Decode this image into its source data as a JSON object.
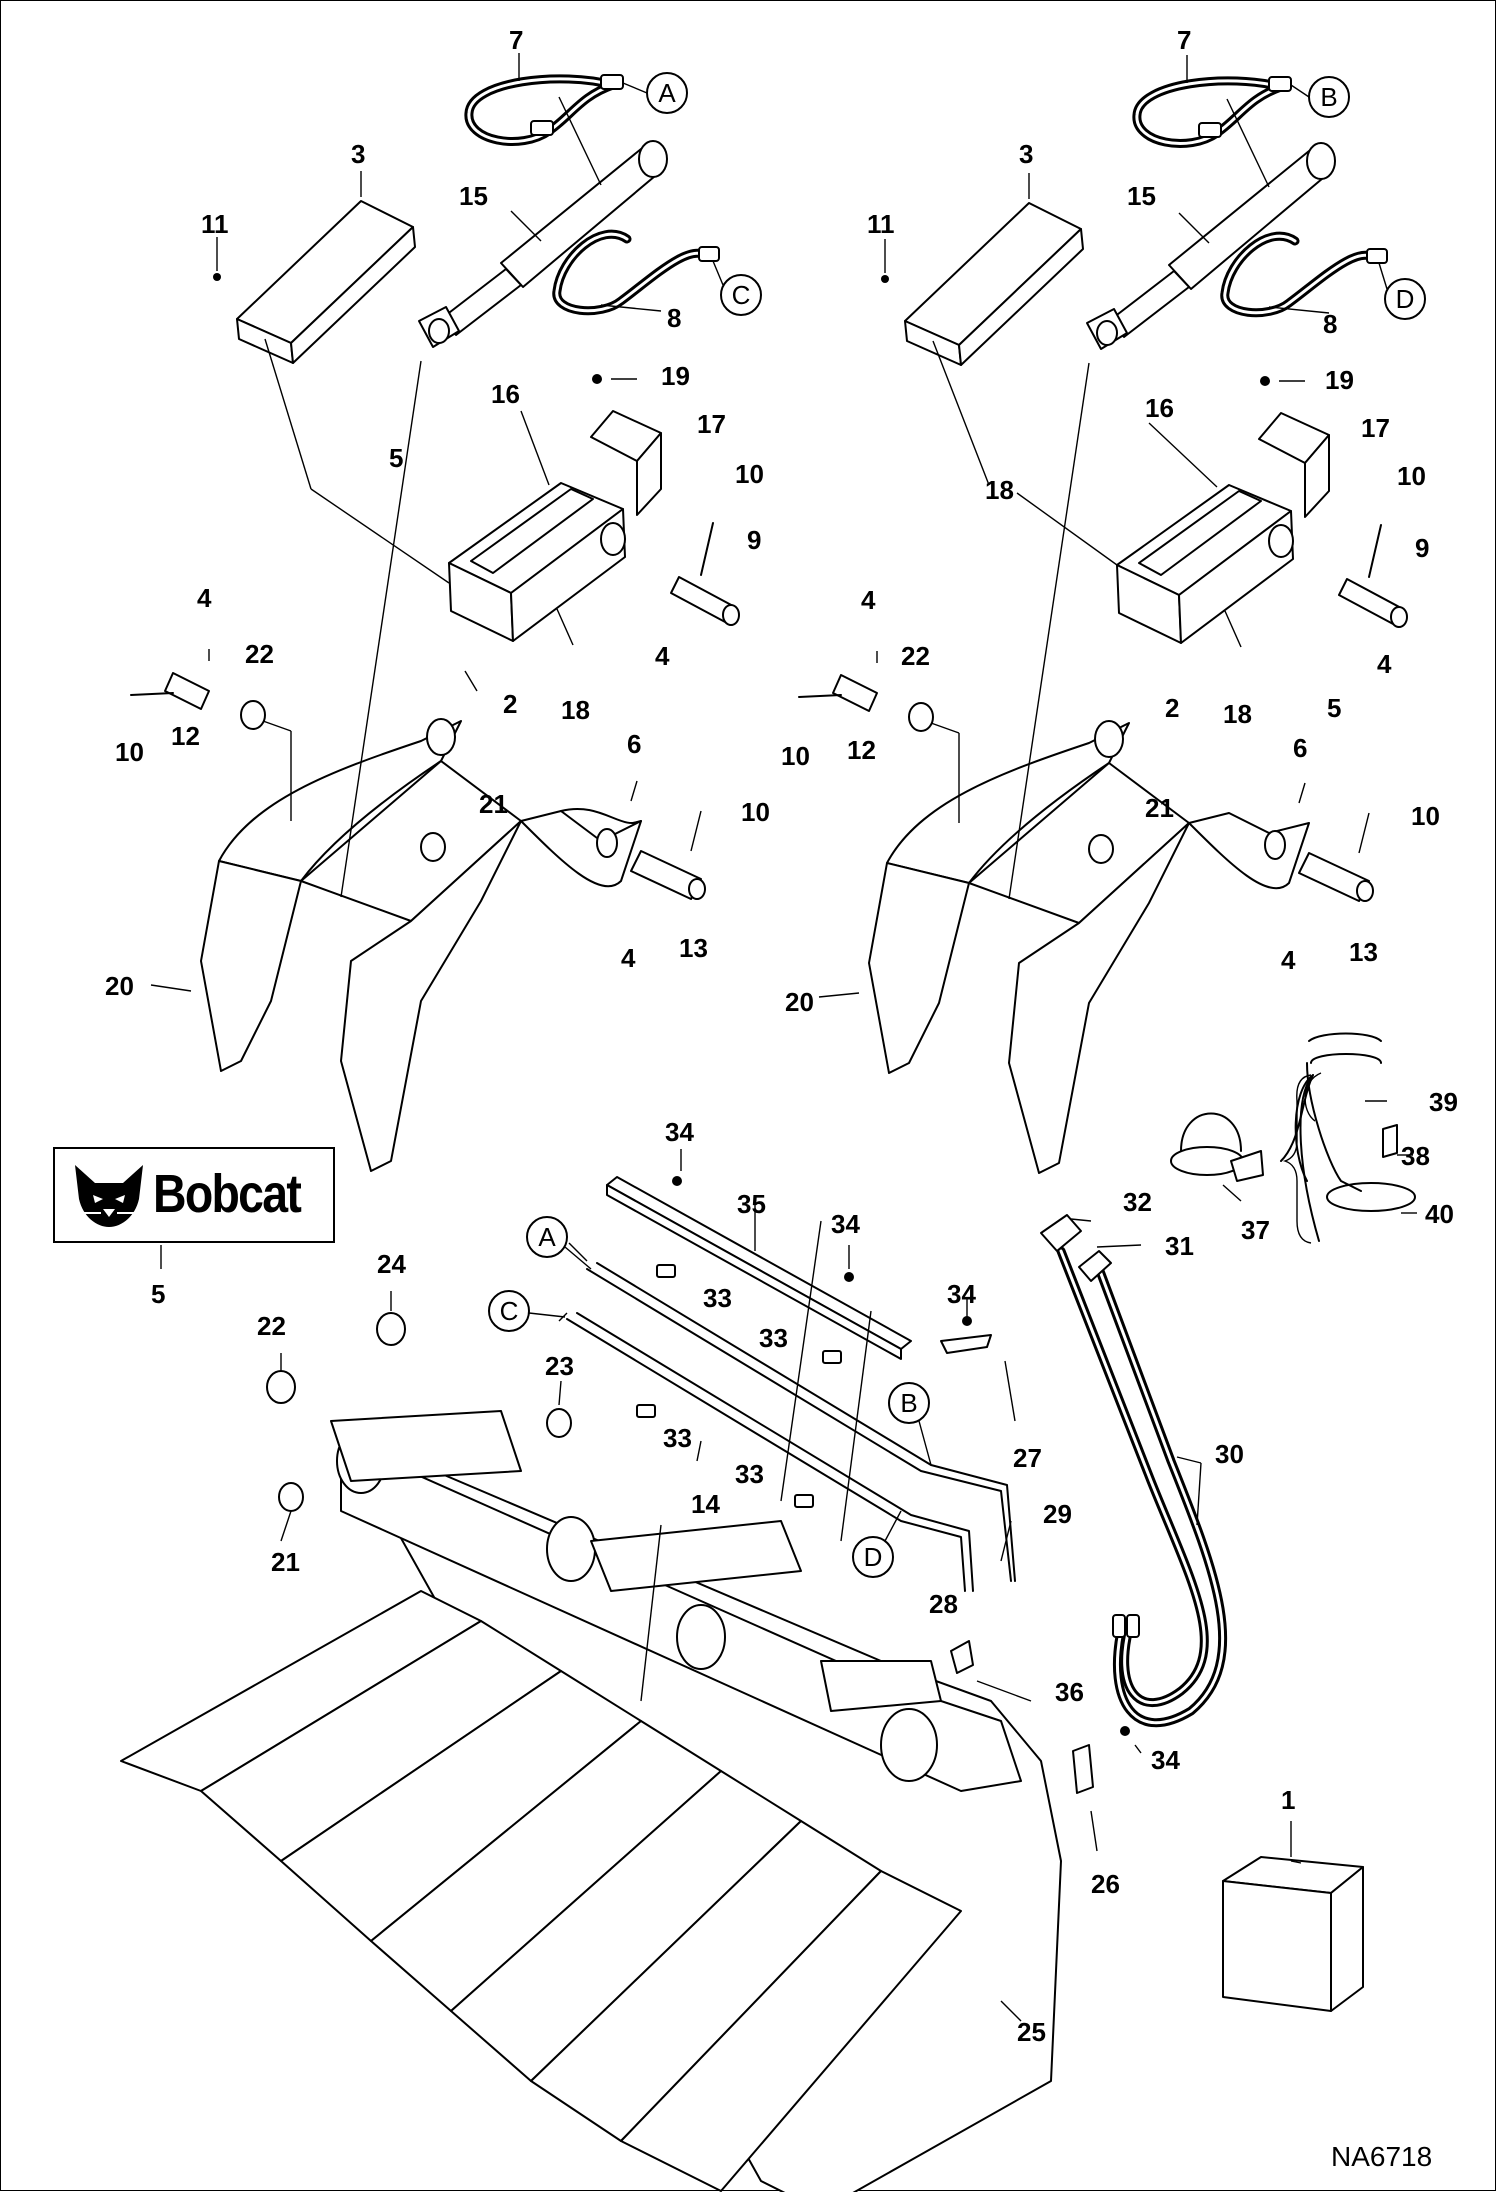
{
  "brand": {
    "name": "Bobcat"
  },
  "drawing_id": "NA6718",
  "callouts_left": [
    {
      "num": "7"
    },
    {
      "num": "3"
    },
    {
      "num": "11"
    },
    {
      "num": "15"
    },
    {
      "num": "8"
    },
    {
      "num": "19"
    },
    {
      "num": "16"
    },
    {
      "num": "17"
    },
    {
      "num": "5"
    },
    {
      "num": "10"
    },
    {
      "num": "9"
    },
    {
      "num": "4"
    },
    {
      "num": "22"
    },
    {
      "num": "4"
    },
    {
      "num": "2"
    },
    {
      "num": "18"
    },
    {
      "num": "10"
    },
    {
      "num": "12"
    },
    {
      "num": "6"
    },
    {
      "num": "21"
    },
    {
      "num": "10"
    },
    {
      "num": "4"
    },
    {
      "num": "13"
    },
    {
      "num": "20"
    }
  ],
  "callouts_right": [
    {
      "num": "7"
    },
    {
      "num": "3"
    },
    {
      "num": "11"
    },
    {
      "num": "15"
    },
    {
      "num": "8"
    },
    {
      "num": "19"
    },
    {
      "num": "16"
    },
    {
      "num": "17"
    },
    {
      "num": "10"
    },
    {
      "num": "18"
    },
    {
      "num": "9"
    },
    {
      "num": "4"
    },
    {
      "num": "22"
    },
    {
      "num": "4"
    },
    {
      "num": "2"
    },
    {
      "num": "18"
    },
    {
      "num": "5"
    },
    {
      "num": "10"
    },
    {
      "num": "12"
    },
    {
      "num": "6"
    },
    {
      "num": "21"
    },
    {
      "num": "10"
    },
    {
      "num": "4"
    },
    {
      "num": "13"
    },
    {
      "num": "20"
    }
  ],
  "callouts_bottom": [
    {
      "num": "5"
    },
    {
      "num": "34"
    },
    {
      "num": "35"
    },
    {
      "num": "34"
    },
    {
      "num": "33"
    },
    {
      "num": "34"
    },
    {
      "num": "24"
    },
    {
      "num": "33"
    },
    {
      "num": "22"
    },
    {
      "num": "23"
    },
    {
      "num": "33"
    },
    {
      "num": "27"
    },
    {
      "num": "33"
    },
    {
      "num": "14"
    },
    {
      "num": "29"
    },
    {
      "num": "21"
    },
    {
      "num": "28"
    },
    {
      "num": "36"
    },
    {
      "num": "34"
    },
    {
      "num": "26"
    },
    {
      "num": "25"
    },
    {
      "num": "32"
    },
    {
      "num": "31"
    },
    {
      "num": "30"
    },
    {
      "num": "39"
    },
    {
      "num": "38"
    },
    {
      "num": "37"
    },
    {
      "num": "40"
    },
    {
      "num": "1"
    }
  ],
  "connectors": {
    "top_left": [
      "A",
      "C"
    ],
    "top_right": [
      "B",
      "D"
    ],
    "bottom": [
      "A",
      "C",
      "B",
      "D"
    ]
  }
}
